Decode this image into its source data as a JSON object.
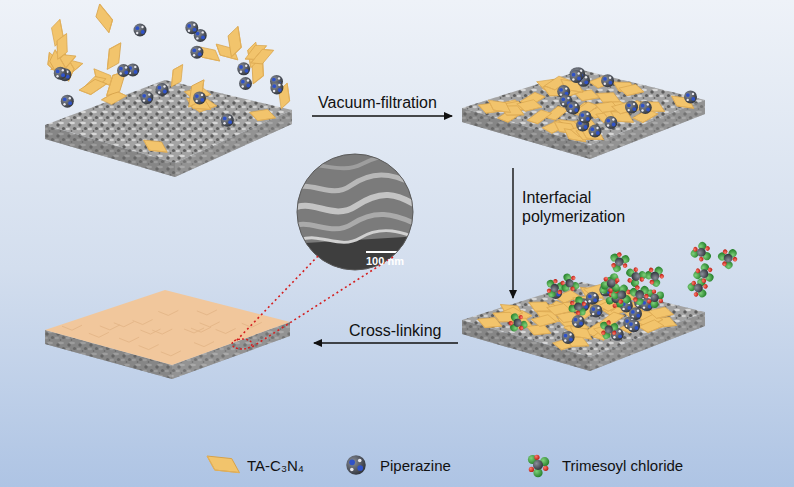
{
  "diagram": {
    "labels": [
      "Vacuum-filtration",
      "Interfacial polymerization",
      "100 nm",
      "Cross-linking"
    ],
    "legend": [
      {
        "text": "TA-C₃N₄"
      },
      {
        "text": "Piperazine"
      },
      {
        "text": "Trimesoyl chloride"
      }
    ]
  }
}
